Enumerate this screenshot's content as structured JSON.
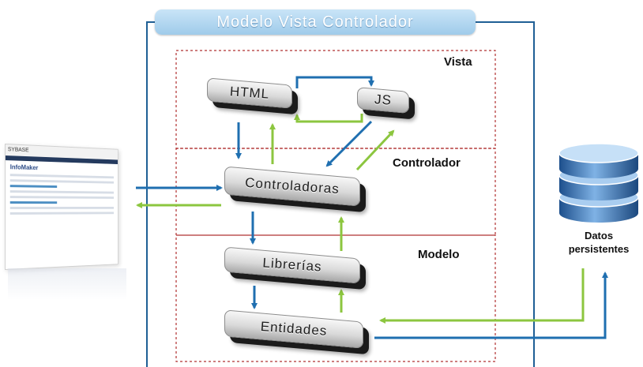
{
  "diagram": {
    "title": "Modelo Vista Controlador",
    "layers": {
      "vista": "Vista",
      "controlador": "Controlador",
      "modelo": "Modelo"
    },
    "modules": {
      "html": "HTML",
      "js": "JS",
      "controladoras": "Controladoras",
      "librerias": "Librerías",
      "entidades": "Entidades"
    },
    "database": {
      "label_line1": "Datos",
      "label_line2": "persistentes"
    },
    "colors": {
      "blue_arrow": "#1f6fb0",
      "green_arrow": "#8cc63f",
      "dashed_border": "#b03030",
      "frame_line": "#1f5f95"
    },
    "browser_thumbnail": {
      "header": "SYBASE",
      "title": "InfoMaker"
    }
  }
}
